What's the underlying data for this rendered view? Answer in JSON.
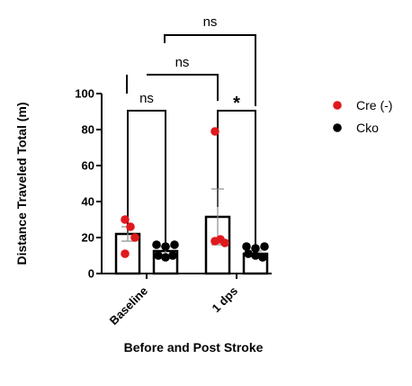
{
  "chart_data": {
    "type": "bar",
    "xlabel": "Before and Post Stroke",
    "ylabel": "Distance Traveled Total (m)",
    "ylim": [
      0,
      100
    ],
    "yticks": [
      "0",
      "20",
      "40",
      "60",
      "80",
      "100"
    ],
    "categories": [
      "Baseline",
      "1 dps"
    ],
    "legend_position": "right",
    "series": [
      {
        "name": "Cre (-)",
        "color": "#e0191c",
        "means": [
          22,
          31.5
        ],
        "error_upper": [
          26,
          47
        ],
        "error_lower": [
          18,
          16
        ],
        "points": [
          [
            30,
            26,
            20,
            11
          ],
          [
            79,
            19,
            17,
            18
          ]
        ]
      },
      {
        "name": "Cko",
        "color": "#000000",
        "means": [
          12.5,
          11
        ],
        "error_upper": [
          15,
          12.5
        ],
        "error_lower": [
          10,
          9.5
        ],
        "points": [
          [
            16,
            15,
            16,
            10,
            9,
            10
          ],
          [
            15,
            14,
            15,
            11,
            10,
            9
          ]
        ]
      }
    ],
    "comparisons": [
      {
        "label": "ns",
        "from": "Baseline Cre (-)",
        "to": "Baseline Cko"
      },
      {
        "label": "*",
        "from": "1 dps Cre (-)",
        "to": "1 dps Cko"
      },
      {
        "label": "ns",
        "from": "Baseline",
        "to": "1 dps Cre (-)"
      },
      {
        "label": "ns",
        "from": "Baseline",
        "to": "1 dps Cko"
      }
    ]
  }
}
